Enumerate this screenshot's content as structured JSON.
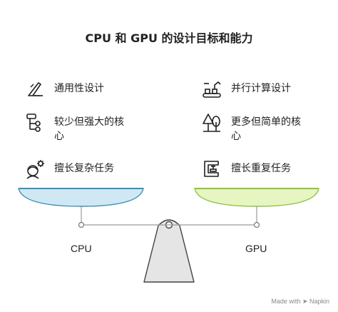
{
  "title": "CPU 和 GPU 的设计目标和能力",
  "left": {
    "label": "CPU",
    "items": [
      {
        "icon": "knife-icon",
        "text": "通用性设计"
      },
      {
        "icon": "flowchart-icon",
        "text": "较少但强大的核心"
      },
      {
        "icon": "engineer-gear-icon",
        "text": "擅长复杂任务"
      }
    ]
  },
  "right": {
    "label": "GPU",
    "items": [
      {
        "icon": "conveyor-robot-icon",
        "text": "并行计算设计"
      },
      {
        "icon": "trees-icon",
        "text": "更多但简单的核心"
      },
      {
        "icon": "clamp-tool-icon",
        "text": "擅长重复任务"
      }
    ]
  },
  "footer": "Made with ➤ Napkin",
  "colors": {
    "left_pan": "#cfe8f3",
    "left_pan_stroke": "#3a8fb6",
    "right_pan": "#e6f5c2",
    "right_pan_stroke": "#8fc43a",
    "fulcrum": "#e5e5e5",
    "icon": "#1f1f1f"
  }
}
